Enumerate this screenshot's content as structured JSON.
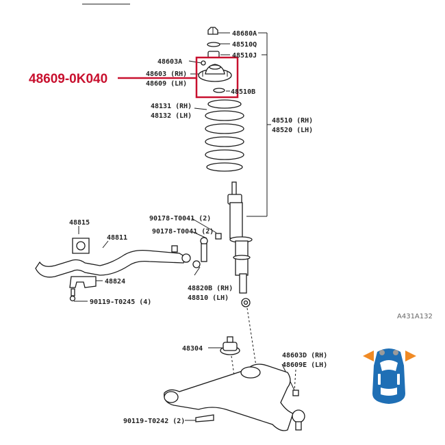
{
  "highlight": {
    "part_number": "48609-0K040",
    "color": "#c8102e"
  },
  "reference_code": "A431A132",
  "labels": {
    "l48680A": "48680A",
    "l48510Q": "48510Q",
    "l48510J": "48510J",
    "l48603A": "48603A",
    "l48603": "48603 (RH)",
    "l48609": "48609 (LH)",
    "l48510B": "48510B",
    "l48131": "48131 (RH)",
    "l48132": "48132 (LH)",
    "l48510": "48510 (RH)",
    "l48520": "48520 (LH)",
    "l90178a": "90178-T0041 (2)",
    "l90178b": "90178-T0041 (2)",
    "l48815": "48815",
    "l48811": "48811",
    "l48824": "48824",
    "l90119a": "90119-T0245 (4)",
    "l48820B": "48820B (RH)",
    "l48810": "48810 (LH)",
    "l48304": "48304",
    "l48603D": "48603D (RH)",
    "l48609E": "48609E (LH)",
    "l90119b": "90119-T0242 (2)"
  },
  "car_icon": {
    "body_color": "#1f6fb5",
    "arrow_color": "#f08a24",
    "name": "front-suspension-car-icon"
  }
}
